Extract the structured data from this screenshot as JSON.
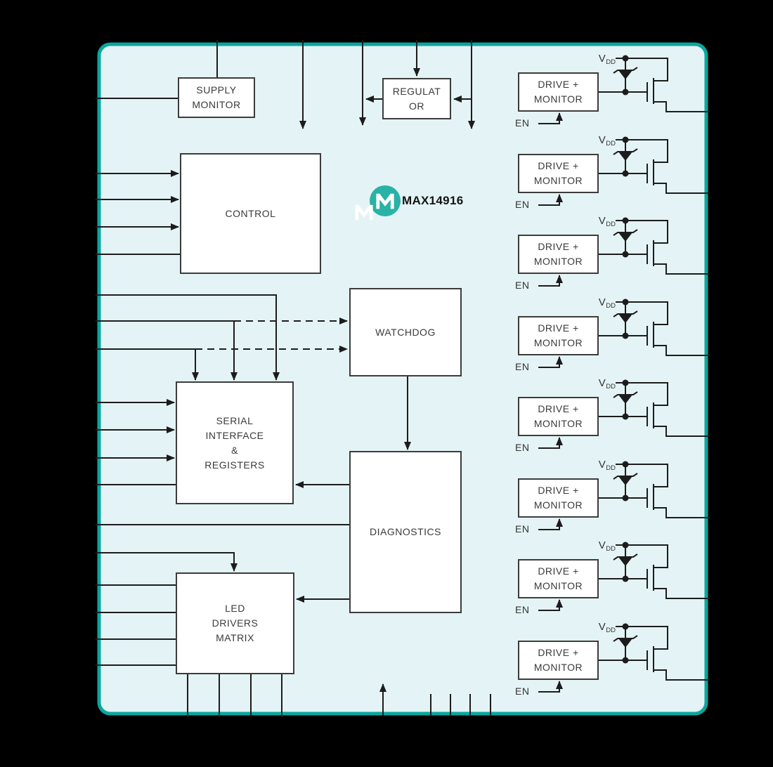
{
  "diagram": {
    "part_number": "MAX14916",
    "logo_name": "maxim-logo",
    "colors": {
      "chip_fill": "#e4f3f5",
      "chip_border": "#0aa79e",
      "wire": "#1c1c1c",
      "block_fill": "#ffffff",
      "block_border": "#3c3c3c",
      "logo_teal": "#29b2a6"
    },
    "blocks": {
      "supply_monitor": {
        "label": "SUPPLY\nMONITOR"
      },
      "regulator": {
        "label": "REGULAT\nOR"
      },
      "control": {
        "label": "CONTROL"
      },
      "watchdog": {
        "label": "WATCHDOG"
      },
      "serial_interface": {
        "label": "SERIAL\nINTERFACE\n&\nREGISTERS"
      },
      "diagnostics": {
        "label": "DIAGNOSTICS"
      },
      "led_drivers": {
        "label": "LED\nDRIVERS\nMATRIX"
      }
    },
    "channels": [
      {
        "box_label": "DRIVE +\nMONITOR",
        "vdd_main": "V",
        "vdd_sub": "DD",
        "en_label": "EN"
      },
      {
        "box_label": "DRIVE +\nMONITOR",
        "vdd_main": "V",
        "vdd_sub": "DD",
        "en_label": "EN"
      },
      {
        "box_label": "DRIVE +\nMONITOR",
        "vdd_main": "V",
        "vdd_sub": "DD",
        "en_label": "EN"
      },
      {
        "box_label": "DRIVE +\nMONITOR",
        "vdd_main": "V",
        "vdd_sub": "DD",
        "en_label": "EN"
      },
      {
        "box_label": "DRIVE +\nMONITOR",
        "vdd_main": "V",
        "vdd_sub": "DD",
        "en_label": "EN"
      },
      {
        "box_label": "DRIVE +\nMONITOR",
        "vdd_main": "V",
        "vdd_sub": "DD",
        "en_label": "EN"
      },
      {
        "box_label": "DRIVE +\nMONITOR",
        "vdd_main": "V",
        "vdd_sub": "DD",
        "en_label": "EN"
      },
      {
        "box_label": "DRIVE +\nMONITOR",
        "vdd_main": "V",
        "vdd_sub": "DD",
        "en_label": "EN"
      }
    ]
  }
}
